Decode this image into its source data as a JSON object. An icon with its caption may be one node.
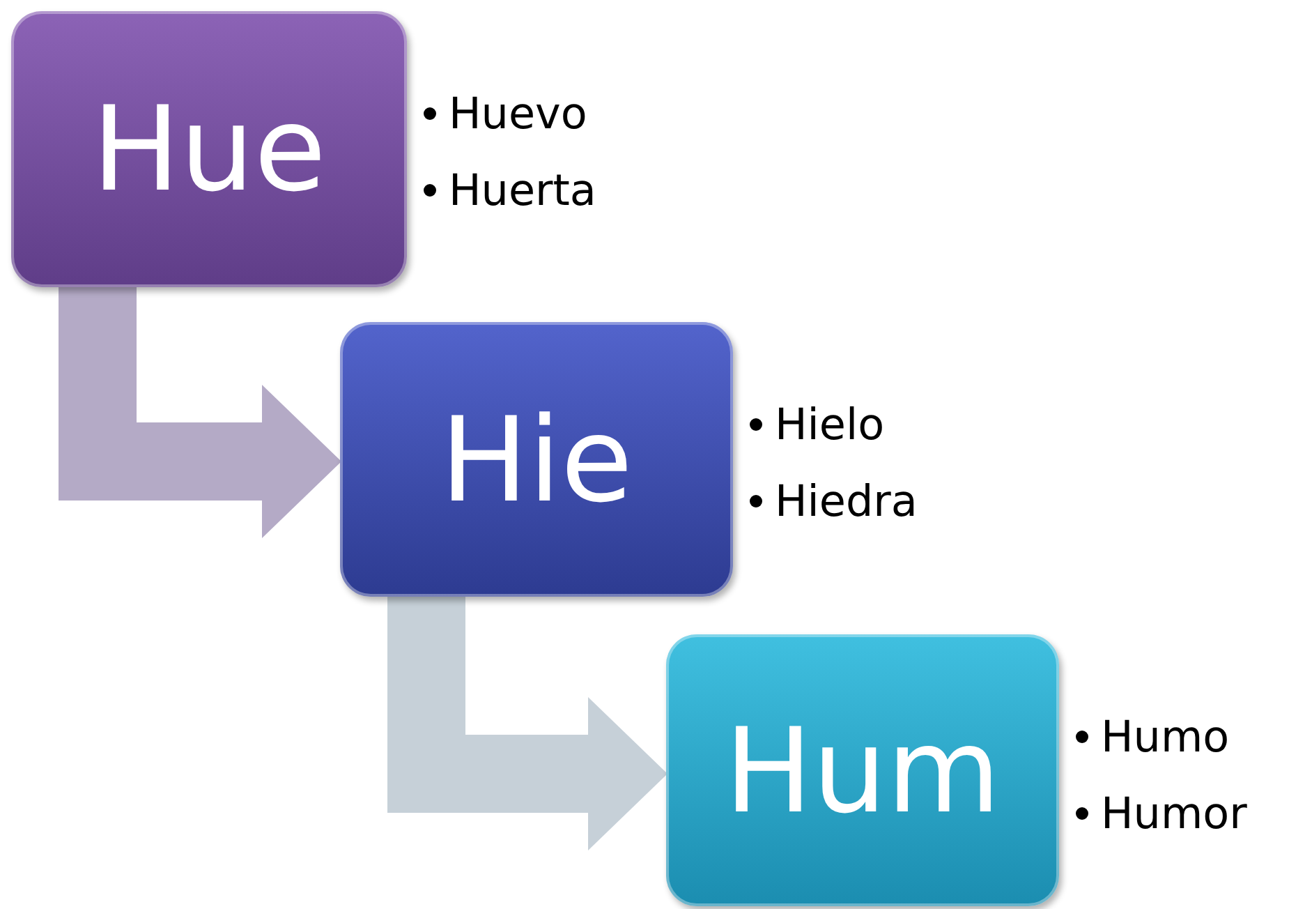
{
  "diagram": {
    "nodes": [
      {
        "text": [
          "Hue"
        ],
        "beside": [
          "Huevo",
          "Huerta"
        ]
      },
      {
        "text": [
          "Hie"
        ],
        "beside": [
          "Hielo",
          "Hiedra"
        ]
      },
      {
        "text": [
          "Hum"
        ],
        "beside": [
          "Humo",
          "Humor"
        ]
      }
    ],
    "edges": [
      {
        "from": 0,
        "to": 1,
        "arrow": "to",
        "color": "#b4aac6"
      },
      {
        "from": 1,
        "to": 2,
        "arrow": "to",
        "color": "#c6d0d8"
      }
    ]
  }
}
